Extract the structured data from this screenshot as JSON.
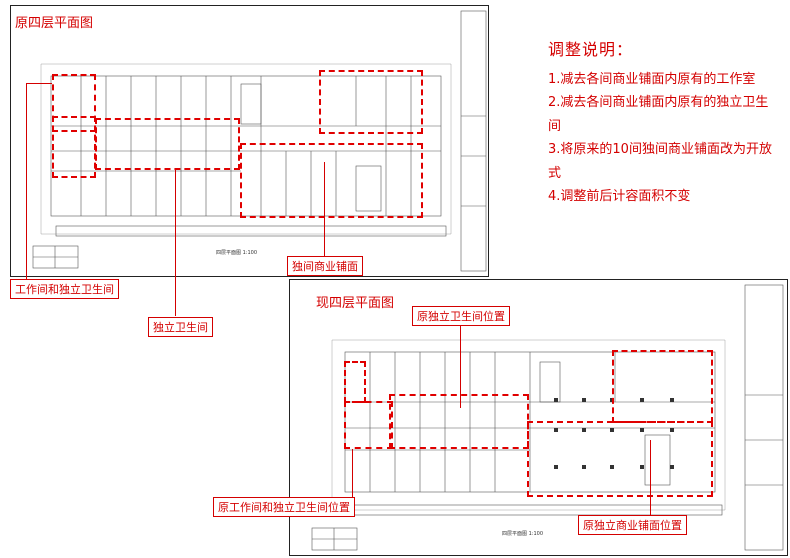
{
  "original_plan": {
    "title": "原四层平面图",
    "plan_label": "四层平面图 1:100"
  },
  "current_plan": {
    "title": "现四层平面图",
    "plan_label": "四层平面图 1:100"
  },
  "callouts": {
    "work_room_and_toilet": "工作间和独立卫生间",
    "independent_toilet": "独立卫生间",
    "single_shop": "独间商业铺面",
    "orig_toilet_position": "原独立卫生间位置",
    "orig_work_room_toilet_position": "原工作间和独立卫生间位置",
    "orig_single_shop_position": "原独立商业铺面位置"
  },
  "notes": {
    "heading": "调整说明：",
    "items": [
      "1.减去各间商业铺面内原有的工作室",
      "2.减去各间商业铺面内原有的独立卫生间",
      "3.将原来的10间独间商业铺面改为开放式",
      "4.调整前后计容面积不变"
    ]
  },
  "colors": {
    "accent": "#d40000",
    "drawing_line": "#333333"
  }
}
